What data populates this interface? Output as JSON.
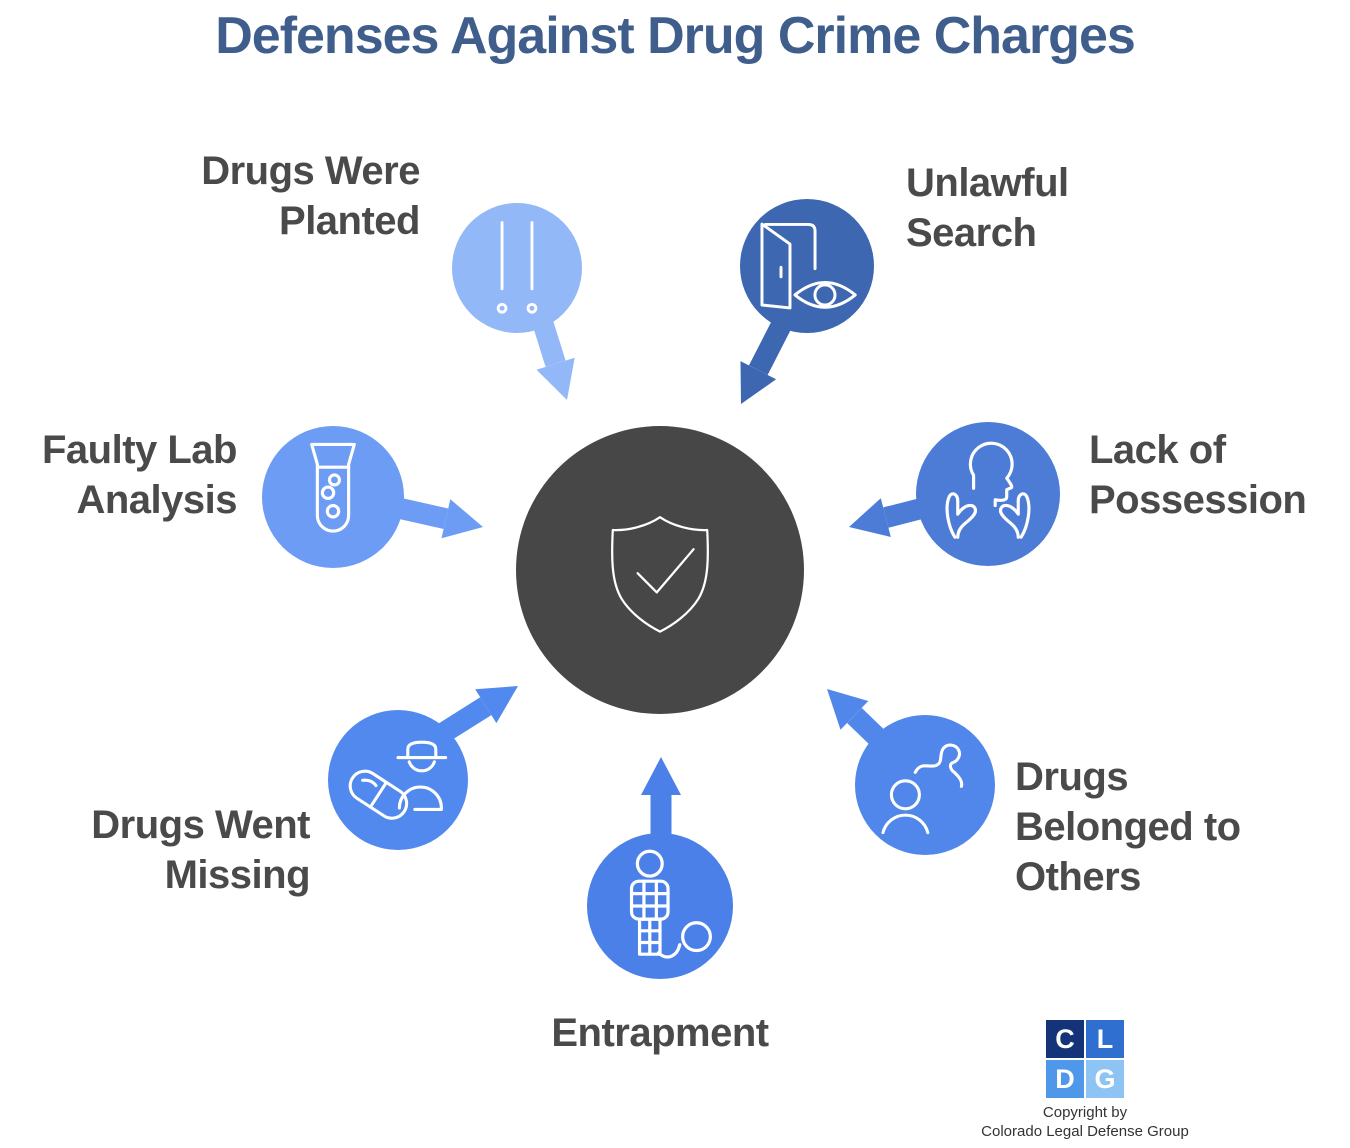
{
  "title": "Defenses Against Drug Crime Charges",
  "colors": {
    "title": "#3f5e8c",
    "label": "#4a4a4a",
    "center_circle": "#474747",
    "icon_stroke": "#ffffff"
  },
  "center": {
    "icon": "shield-checkmark"
  },
  "nodes": {
    "planted": {
      "label_lines": [
        "Drugs Were",
        "Planted"
      ],
      "color": "#93b8f8",
      "icon": "planted-drugs"
    },
    "unlawful": {
      "label_lines": [
        "Unlawful",
        "Search"
      ],
      "color": "#3d68b1",
      "icon": "open-door-eye"
    },
    "faulty": {
      "label_lines": [
        "Faulty Lab",
        "Analysis"
      ],
      "color": "#6d9cf4",
      "icon": "test-tube"
    },
    "possession": {
      "label_lines": [
        "Lack of",
        "Possession"
      ],
      "color": "#4c7cd6",
      "icon": "head-empty-hands"
    },
    "missing": {
      "label_lines": [
        "Drugs Went",
        "Missing"
      ],
      "color": "#5289ee",
      "icon": "pill-detective"
    },
    "entrapment": {
      "label_lines": [
        "Entrapment"
      ],
      "color": "#4a80e8",
      "icon": "caged-person-ball-chain"
    },
    "belonged": {
      "label_lines": [
        "Drugs",
        "Belonged to",
        "Others"
      ],
      "color": "#5187ea",
      "icon": "person-winding-path"
    }
  },
  "footer": {
    "logo_letters": [
      "C",
      "L",
      "D",
      "G"
    ],
    "logo_colors": [
      "#143379",
      "#2e6fd0",
      "#4f97e8",
      "#8ec4f4"
    ],
    "copyright_line1": "Copyright by",
    "copyright_line2": "Colorado Legal Defense Group"
  }
}
